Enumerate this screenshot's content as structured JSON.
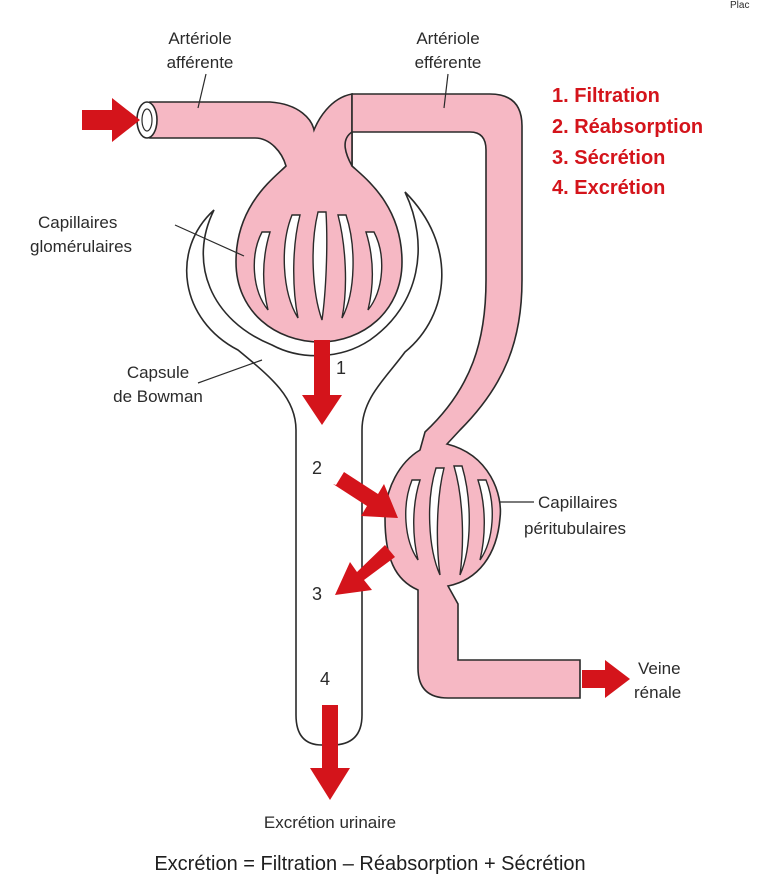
{
  "labels": {
    "afferent_line1": "Artériole",
    "afferent_line2": "afférente",
    "efferent_line1": "Artériole",
    "efferent_line2": "efférente",
    "glomerular_line1": "Capillaires",
    "glomerular_line2": "glomérulaires",
    "bowman_line1": "Capsule",
    "bowman_line2": "de Bowman",
    "peritubular_line1": "Capillaires",
    "peritubular_line2": "péritubulaires",
    "vein_line1": "Veine",
    "vein_line2": "rénale",
    "urinary": "Excrétion urinaire",
    "corner_fragment": "Plac"
  },
  "legend": {
    "item1": "1. Filtration",
    "item2": "2. Réabsorption",
    "item3": "3. Sécrétion",
    "item4": "4. Excrétion"
  },
  "steps": {
    "s1": "1",
    "s2": "2",
    "s3": "3",
    "s4": "4"
  },
  "formula": "Excrétion = Filtration – Réabsorption + Sécrétion",
  "colors": {
    "vessel_fill": "#f6b8c4",
    "outline": "#2a2a2a",
    "arrow": "#d4141b",
    "legend_text": "#d4141b"
  }
}
